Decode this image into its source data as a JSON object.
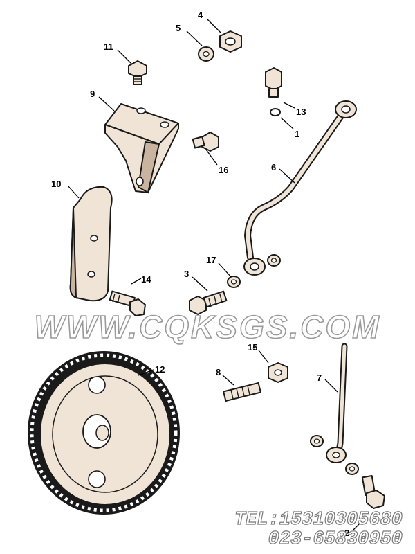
{
  "callouts": {
    "c1": "1",
    "c2": "2",
    "c3": "3",
    "c4": "4",
    "c5": "5",
    "c6": "6",
    "c7": "7",
    "c8": "8",
    "c9": "9",
    "c10": "10",
    "c11": "11",
    "c12": "12",
    "c13": "13",
    "c14": "14",
    "c15": "15",
    "c16": "16",
    "c17": "17"
  },
  "watermark": "WWW.CQKSGS.COM",
  "contact": {
    "tel": "TEL:15310305680",
    "phone": "023-65830950"
  },
  "colors": {
    "part_fill": "#efe4d6",
    "part_shade": "#c9b59f",
    "line": "#1a1a1a",
    "watermark_stroke": "#9a9a9a"
  }
}
